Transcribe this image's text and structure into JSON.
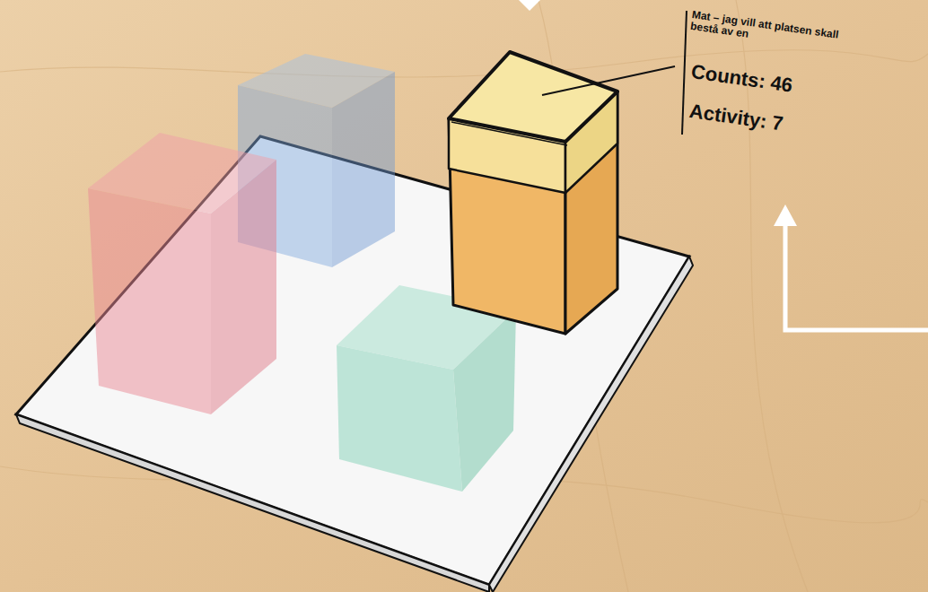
{
  "diagram": {
    "labels": [
      "Mat – jag vill att platsen skall bestå av en",
      "Counts: 46",
      "Activity: 7"
    ]
  }
}
